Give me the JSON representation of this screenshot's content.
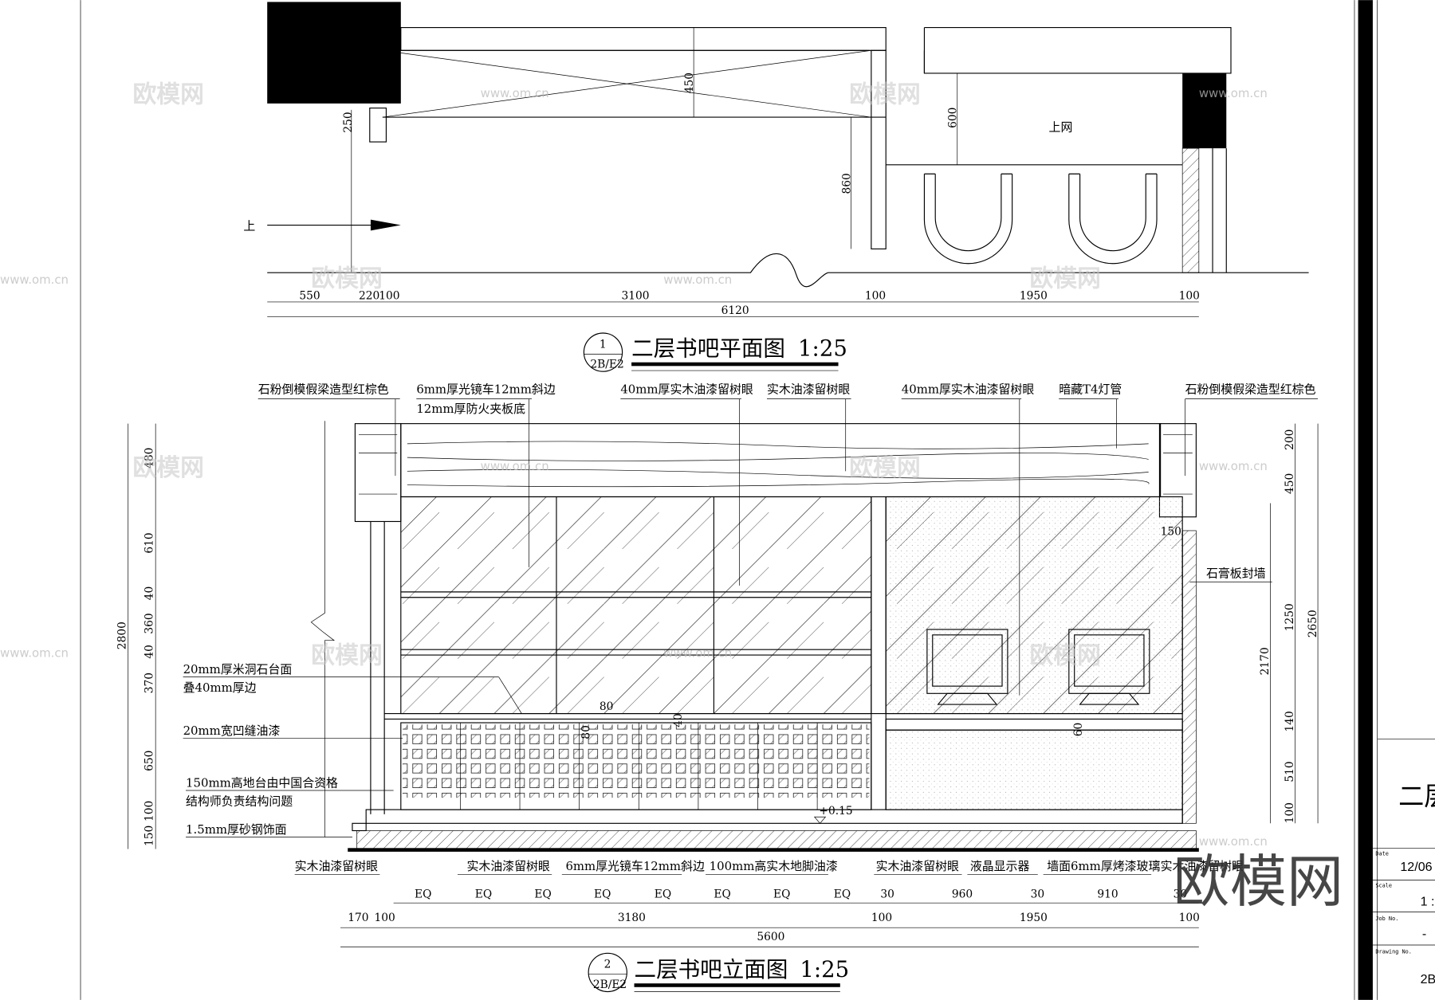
{
  "plan": {
    "title": "二层书吧平面图",
    "scale": "1:25",
    "ref_num": "1",
    "ref_sheet": "2B/E2",
    "up_label": "上",
    "room_label": "上网",
    "dims_vertical": [
      "250",
      "450",
      "600",
      "860"
    ],
    "dims_row1": [
      "550",
      "220",
      "100",
      "3100",
      "100",
      "1950",
      "100"
    ],
    "dims_total": "6120"
  },
  "elevation": {
    "title": "二层书吧立面图",
    "scale": "1:25",
    "ref_num": "2",
    "ref_sheet": "2B/E2",
    "top_labels": [
      "石粉倒模假梁造型红棕色",
      "6mm厚光镜车12mm斜边",
      "12mm厚防火夹板底",
      "40mm厚实木油漆留树眼",
      "实木油漆留树眼",
      "40mm厚实木油漆留树眼",
      "暗藏T4灯管",
      "石粉倒模假梁造型红棕色"
    ],
    "left_labels": [
      "20mm厚米洞石台面",
      "叠40mm厚边",
      "20mm宽凹缝油漆",
      "150mm高地台由中国合资格",
      "结构师负责结构问题",
      "1.5mm厚砂钢饰面"
    ],
    "right_label": "石膏板封墙",
    "bottom_labels": [
      "实木油漆留树眼",
      "实木油漆留树眼",
      "6mm厚光镜车12mm斜边",
      "100mm高实木地脚油漆",
      "实木油漆留树眼",
      "液晶显示器",
      "墙面6mm厚烤漆玻璃",
      "实木油漆留树眼"
    ],
    "left_dims": [
      "480",
      "610",
      "40",
      "360",
      "40",
      "370",
      "650",
      "100",
      "150"
    ],
    "left_total": "2800",
    "right_dims": [
      "200",
      "450",
      "1250",
      "140",
      "510",
      "100"
    ],
    "right_mid": "2170",
    "right_total": "2650",
    "inner_dims": [
      "150",
      "80",
      "80",
      "40",
      "60"
    ],
    "level": "+0.15",
    "eq_label": "EQ",
    "eq_row_right": [
      "30",
      "960",
      "30",
      "910",
      "30"
    ],
    "dims_row2": [
      "170",
      "100",
      "3180",
      "100",
      "1950",
      "100"
    ],
    "dims_total": "5600"
  },
  "title_block": {
    "drawing_name_partial": "二层",
    "date_label": "Date",
    "date_value": "12/06",
    "scale_label": "Scale",
    "scale_value": "1 :",
    "job_label": "Job No.",
    "job_value": "-",
    "drawing_label": "Drawing No.",
    "drawing_value": "2B"
  },
  "watermark": {
    "logo": "欧模网",
    "url": "www.om.cn"
  }
}
